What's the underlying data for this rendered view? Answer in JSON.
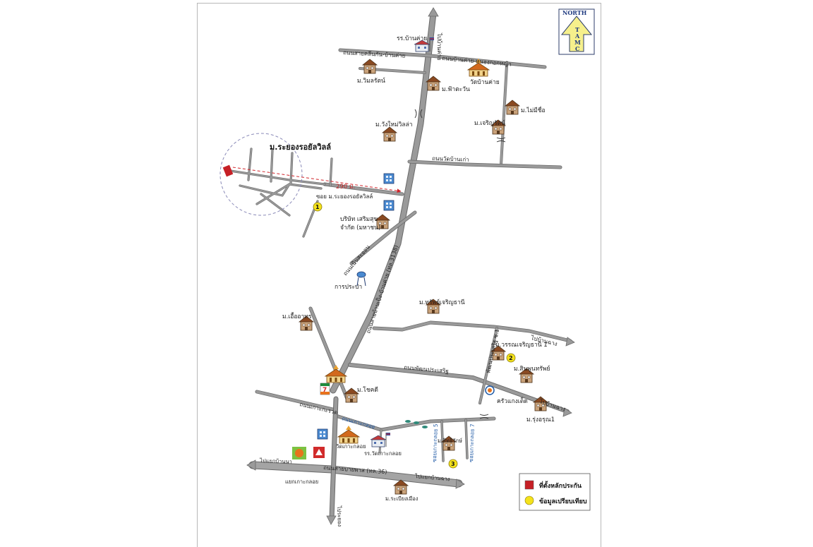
{
  "north_arrow": {
    "label": "NORTH",
    "letters": [
      "T",
      "A",
      "M",
      "C"
    ]
  },
  "site": {
    "name": "ม.ระยองรอยัลวิลล์",
    "distance": "290 ม.",
    "lane": "ซอย ม.ระยองรอยัลวิลล์"
  },
  "places": {
    "school_ban_khai": "รร.บ้านค่าย",
    "wat_ban_khai": "วัดบ้านค่าย",
    "m_wimonrat": "ม.วิมลรัตน์",
    "m_fa_tawan": "ม.ฟ้าตะวัน",
    "m_no_name": "ม.ไม่มีชื่อ",
    "m_charoen_rat": "ม.เจริญรัตน์",
    "m_wang_mai_villa": "ม.วังใหม่วิลล่า",
    "company": [
      "บริษัท เสริมสุข",
      "จำกัด (มหาชน)"
    ],
    "waterworks": "การประปา",
    "m_sap_charoen_thani": "ม.ทรัพย์เจริญธานี",
    "m_uea_athon": "ม.เอื้ออาทร",
    "m_wannam_charoen_thani": "ม.วรรณเจริญธานี 1",
    "m_sin_phum_sap": "ม.สินพูนทรัพย์",
    "m_chok_di": "ม.โชคดี",
    "restaurant": "ครัวแกงเต็ด",
    "m_rung_arun": "ม.รุ่งอรุณ1",
    "wat_ko_kloi": "วัดเกาะกลอย",
    "school_ko_kloi": "รร.วัดเกาะกลอย",
    "m_sitthirak": "ม.สิทธิรักษ์",
    "m_rayong_mueang": "ม.ระเบียงเมือง"
  },
  "roads": {
    "tai_ban_khai": "ไปบ้านค่าย",
    "sam_rong_ban_khai": "ถนนสายคลีนกัน-บ้านค่าย",
    "ban_khai_nong_krathing": "ถนนบ้านค่าย-หนองกอกหญ้า",
    "wat_ban_kao": "ถนนวัดบ้านเก่า",
    "nern_sa_on": "ถนนเนินสะออน",
    "main_highway": "ถนนสายบ้านเป็ง-บ้านค่าย (ทล.3138)",
    "tai_ban_chang": "ไปบ้านฉาง",
    "pattana_prasert": "ถนนพัฒนประเสริฐ",
    "soi_pattana_1": "พัฒนประเสริฐ ซ.1",
    "ko_krawat": "ถนนเกาะกะรวด",
    "ko_kloi": "ถนนเกาะกลอย",
    "ko_kloi_5": "ซอยเกาะกลอย 5",
    "ko_kloi_7": "ซอยเกาะกลอย 7",
    "sukhumvit_36": "ถนนสายบายพาส (ทล.36)",
    "tai_yaek_ban_na": "ไปแยกบ้านนา",
    "tai_yaek_ban_chang": "ไปแยกบ้านฉาง",
    "yaek_ko_kloi": "แยกเกาะกลอย",
    "tai_rayong": "ไประยอง"
  },
  "markers": {
    "one": "1",
    "two": "2",
    "three": "3"
  },
  "legend": {
    "site": "ที่ตั้งหลักประกัน",
    "compare": "ข้อมูลเปรียบเทียบ"
  },
  "colors": {
    "road": "#9a9a9a",
    "road_edge": "#6a6a6a",
    "site": "#c62026",
    "compare": "#f4e21b",
    "distance": "#d0242a",
    "circle": "#8a8ab8",
    "north_fill": "#f6f08c",
    "water": "#1f5aa6",
    "seven_eleven_green": "#1f8a3c",
    "seven_eleven_orange": "#e8731c"
  }
}
